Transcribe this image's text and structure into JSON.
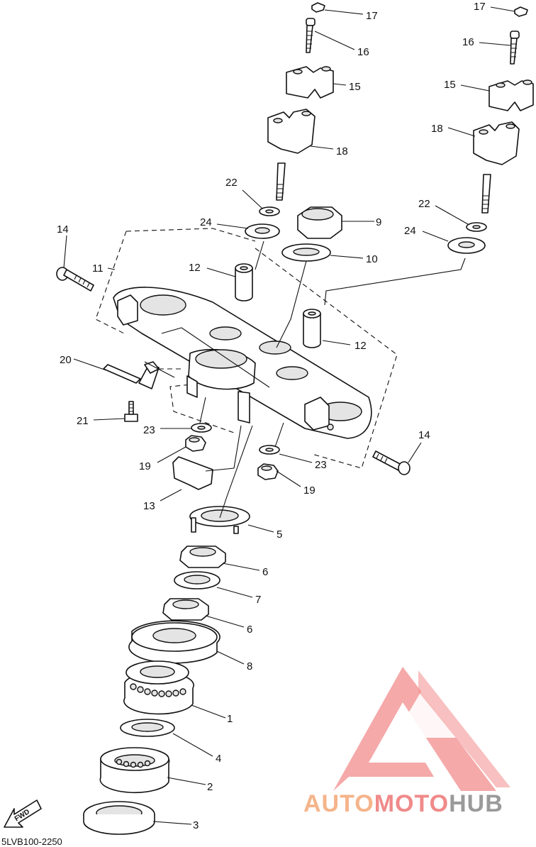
{
  "diagram": {
    "drawing_code": "5LVB100-2250",
    "direction_arrow": "FWD",
    "callouts": [
      "1",
      "2",
      "3",
      "4",
      "5",
      "6",
      "6",
      "7",
      "8",
      "9",
      "10",
      "11",
      "12",
      "12",
      "13",
      "14",
      "14",
      "15",
      "15",
      "16",
      "16",
      "17",
      "17",
      "18",
      "18",
      "19",
      "19",
      "20",
      "21",
      "22",
      "22",
      "23",
      "23",
      "24",
      "24"
    ]
  },
  "watermark": {
    "word_part1": "AUTO",
    "word_part2": "MOTO",
    "word_part3": "HUB",
    "color_part1": "#f5b48a",
    "color_part2": "#f08a8a",
    "color_part3": "#9a9a9a",
    "logo_color": "#f07878"
  }
}
